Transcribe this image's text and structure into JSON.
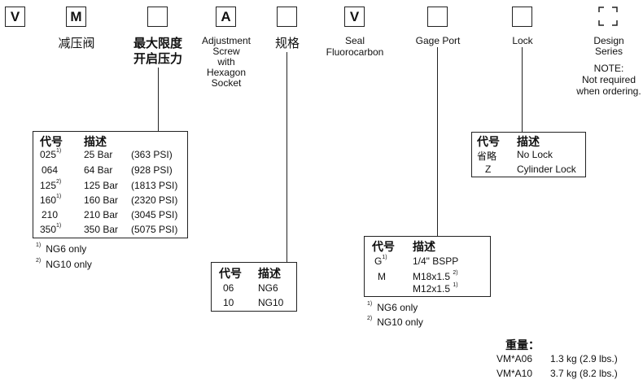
{
  "code_boxes": [
    {
      "letter": "V",
      "label": ""
    },
    {
      "letter": "M",
      "label": "减压阀"
    },
    {
      "letter": "",
      "label": "最大限度开启压力"
    },
    {
      "letter": "A",
      "label": "Adjustment Screw with Hexagon Socket"
    },
    {
      "letter": "",
      "label": "规格"
    },
    {
      "letter": "V",
      "label": "Seal Fluorocarbon"
    },
    {
      "letter": "",
      "label": "Gage Port"
    },
    {
      "letter": "",
      "label": "Lock"
    },
    {
      "letter": "",
      "label": "Design Series"
    }
  ],
  "labels": {
    "jianyafa": "减压阀",
    "max_open_1": "最大限度",
    "max_open_2": "开启压力",
    "adj_1": "Adjustment",
    "adj_2": "Screw",
    "adj_3": "with",
    "adj_4": "Hexagon",
    "adj_5": "Socket",
    "guige": "规格",
    "seal_1": "Seal",
    "seal_2": "Fluorocarbon",
    "gage": "Gage Port",
    "lock": "Lock",
    "design_1": "Design",
    "design_2": "Series",
    "note_1": "NOTE:",
    "note_2": "Not required",
    "note_3": "when ordering."
  },
  "pressure_table": {
    "headers": [
      "代号",
      "描述"
    ],
    "rows": [
      {
        "code": "025",
        "sup": "1)",
        "bar": "25 Bar",
        "psi": "(363 PSI)"
      },
      {
        "code": "064",
        "sup": "",
        "bar": "64 Bar",
        "psi": "(928 PSI)"
      },
      {
        "code": "125",
        "sup": "2)",
        "bar": "125 Bar",
        "psi": "(1813 PSI)"
      },
      {
        "code": "160",
        "sup": "1)",
        "bar": "160 Bar",
        "psi": "(2320 PSI)"
      },
      {
        "code": "210",
        "sup": "",
        "bar": "210 Bar",
        "psi": "(3045 PSI)"
      },
      {
        "code": "350",
        "sup": "1)",
        "bar": "350 Bar",
        "psi": "(5075 PSI)"
      }
    ],
    "footnotes": [
      {
        "mark": "1)",
        "text": "NG6 only"
      },
      {
        "mark": "2)",
        "text": "NG10 only"
      }
    ]
  },
  "size_table": {
    "headers": [
      "代号",
      "描述"
    ],
    "rows": [
      {
        "code": "06",
        "desc": "NG6"
      },
      {
        "code": "10",
        "desc": "NG10"
      }
    ]
  },
  "gage_table": {
    "headers": [
      "代号",
      "描述"
    ],
    "rows": [
      {
        "code": "G",
        "sup": "1)",
        "desc": "1/4\" BSPP",
        "desc_sup": ""
      },
      {
        "code": "M",
        "sup": "",
        "desc": "M18x1.5",
        "desc_sup": "2)"
      },
      {
        "code": "",
        "sup": "",
        "desc": "M12x1.5",
        "desc_sup": "1)"
      }
    ],
    "footnotes": [
      {
        "mark": "1)",
        "text": "NG6 only"
      },
      {
        "mark": "2)",
        "text": "NG10 only"
      }
    ]
  },
  "lock_table": {
    "headers": [
      "代号",
      "描述"
    ],
    "rows": [
      {
        "code": "省略",
        "desc": "No Lock"
      },
      {
        "code": "Z",
        "desc": "Cylinder Lock"
      }
    ]
  },
  "weight": {
    "title": "重量：",
    "rows": [
      {
        "model": "VM*A06",
        "value": "1.3 kg (2.9 lbs.)"
      },
      {
        "model": "VM*A10",
        "value": "3.7 kg (8.2 lbs.)"
      }
    ]
  }
}
